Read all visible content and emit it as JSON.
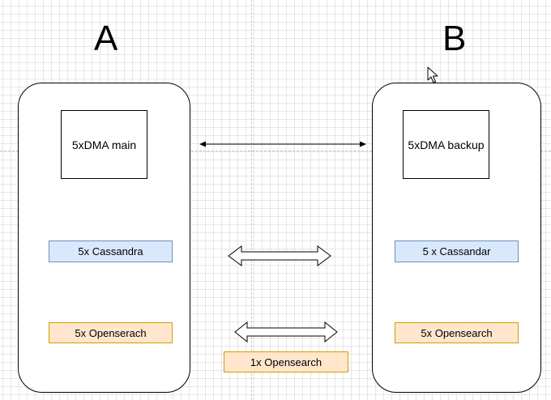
{
  "diagram": {
    "sites": [
      {
        "label": "A"
      },
      {
        "label": "B"
      }
    ],
    "nodes": {
      "dma_main": "5xDMA main",
      "dma_backup": "5xDMA backup",
      "cassandra_a": "5x Cassandra",
      "cassandra_b": "5 x Cassandar",
      "opensearch_a": "5x Openserach",
      "opensearch_b": "5x Opensearch",
      "opensearch_shared": "1x Opensearch"
    },
    "colors": {
      "cassandra_fill": "#dae8fc",
      "cassandra_stroke": "#6c8ebf",
      "opensearch_fill": "#ffe6cc",
      "opensearch_stroke": "#d79b00",
      "line": "#000000",
      "grid": "#e6e6e6"
    },
    "connections": [
      {
        "from": "dma_main",
        "to": "dma_backup",
        "style": "thin-double-arrow"
      },
      {
        "from": "cassandra_a",
        "to": "cassandra_b",
        "style": "block-double-arrow"
      },
      {
        "from": "opensearch_a",
        "to": "opensearch_b",
        "style": "block-double-arrow"
      }
    ],
    "cursor_icon": "mouse-pointer-icon"
  }
}
